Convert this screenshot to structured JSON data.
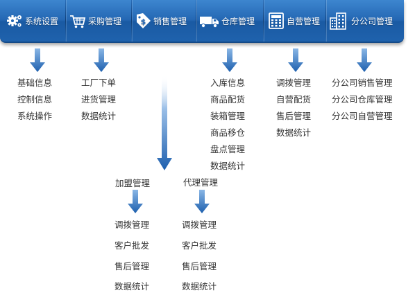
{
  "menu": [
    {
      "label": "系统设置",
      "icon": "gear-icon"
    },
    {
      "label": "采购管理",
      "icon": "shopping-cart-icon"
    },
    {
      "label": "销售管理",
      "icon": "price-tag-icon"
    },
    {
      "label": "仓库管理",
      "icon": "delivery-truck-icon"
    },
    {
      "label": "自营管理",
      "icon": "calculator-icon"
    },
    {
      "label": "分公司管理",
      "icon": "office-building-icon"
    }
  ],
  "columns": {
    "system": [
      "基础信息",
      "控制信息",
      "系统操作"
    ],
    "purchase": [
      "工厂下单",
      "进货管理",
      "数据统计"
    ],
    "warehouse": [
      "入库信息",
      "商品配货",
      "装箱管理",
      "商品移仓",
      "盘点管理",
      "数据统计"
    ],
    "self_run": [
      "调拨管理",
      "自营配货",
      "售后管理",
      "数据统计"
    ],
    "branch": [
      "分公司销售管理",
      "分公司仓库管理",
      "分公司自营管理"
    ]
  },
  "sales": {
    "franchise": {
      "label": "加盟管理",
      "items": [
        "调拨管理",
        "客户批发",
        "售后管理",
        "数据统计"
      ]
    },
    "agent": {
      "label": "代理管理",
      "items": [
        "调拨管理",
        "客户批发",
        "售后管理",
        "数据统计"
      ]
    }
  },
  "colors": {
    "bar_top": "#3d86cf",
    "bar_bottom": "#1a5aa3",
    "arrow": "#2a6fbf",
    "text": "#333333"
  }
}
